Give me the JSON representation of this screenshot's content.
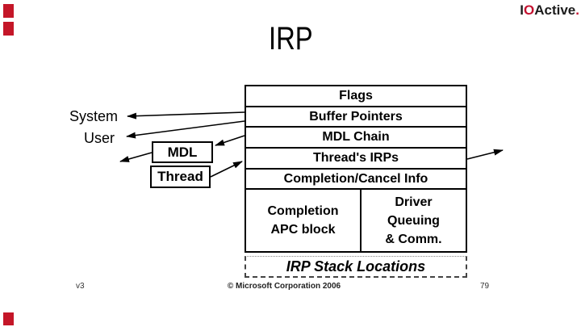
{
  "slide": {
    "title": "IRP",
    "footer": {
      "version": "v3",
      "copyright": "© Microsoft Corporation 2006",
      "page_number": "79"
    }
  },
  "logo": {
    "part_black_1": "I",
    "part_red": "O",
    "part_black_2": "Active",
    "dot": "."
  },
  "side_labels": {
    "system": "System",
    "user": "User",
    "mdl": "MDL",
    "thread": "Thread"
  },
  "stack": {
    "rows": [
      "Flags",
      "Buffer Pointers",
      "MDL Chain",
      "Thread's IRPs",
      "Completion/Cancel Info"
    ],
    "bottom_left_cell": {
      "line1": "Completion",
      "line2": "APC block"
    },
    "bottom_right_cell": {
      "line1": "Driver",
      "line2": "Queuing",
      "line3": "& Comm."
    },
    "stack_locations_label": "IRP Stack Locations"
  },
  "colors": {
    "accent_red": "#c41628",
    "logo_red": "#c41230",
    "diagram_line": "#000000",
    "background": "#ffffff"
  }
}
